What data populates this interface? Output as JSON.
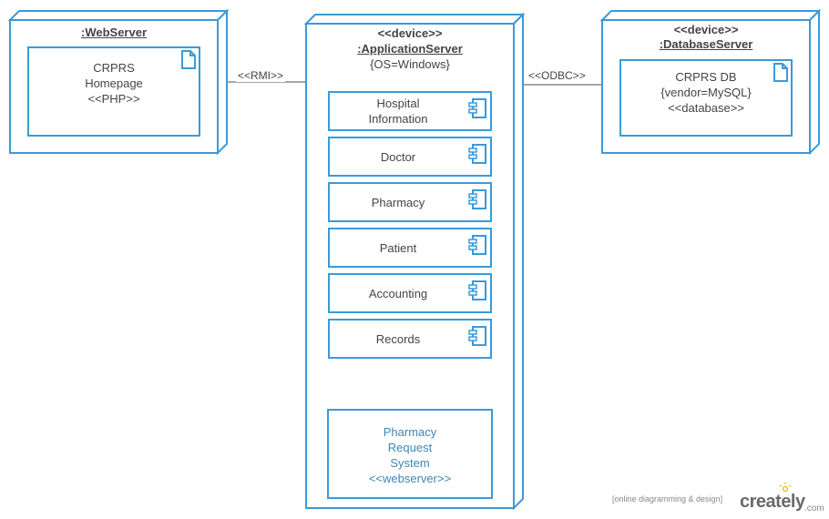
{
  "web_server": {
    "title": ":WebServer",
    "artifact": {
      "line1": "CRPRS",
      "line2": "Homepage",
      "line3": "<<PHP>>"
    }
  },
  "app_server": {
    "stereotype": "<<device>>",
    "title": ":ApplicationServer",
    "property": "{OS=Windows}",
    "components": [
      {
        "line1": "Hospital",
        "line2": "Information"
      },
      {
        "line1": "Doctor"
      },
      {
        "line1": "Pharmacy"
      },
      {
        "line1": "Patient"
      },
      {
        "line1": "Accounting"
      },
      {
        "line1": "Records"
      }
    ],
    "subsystem": {
      "line1": "Pharmacy",
      "line2": "Request",
      "line3": "System",
      "line4": "<<webserver>>"
    }
  },
  "db_server": {
    "stereotype": "<<device>>",
    "title": ":DatabaseServer",
    "artifact": {
      "line1": "CRPRS DB",
      "line2": "{vendor=MySQL}",
      "line3": "<<database>>"
    }
  },
  "connections": {
    "rmi": "<<RMI>>",
    "odbc": "<<ODBC>>"
  },
  "watermark": {
    "tagline": "[online diagramming & design]",
    "brand": "creately",
    "suffix": ".com"
  },
  "colors": {
    "stroke": "#3a9ad9",
    "text": "#444444",
    "subsystem_text": "#3f86b5"
  }
}
